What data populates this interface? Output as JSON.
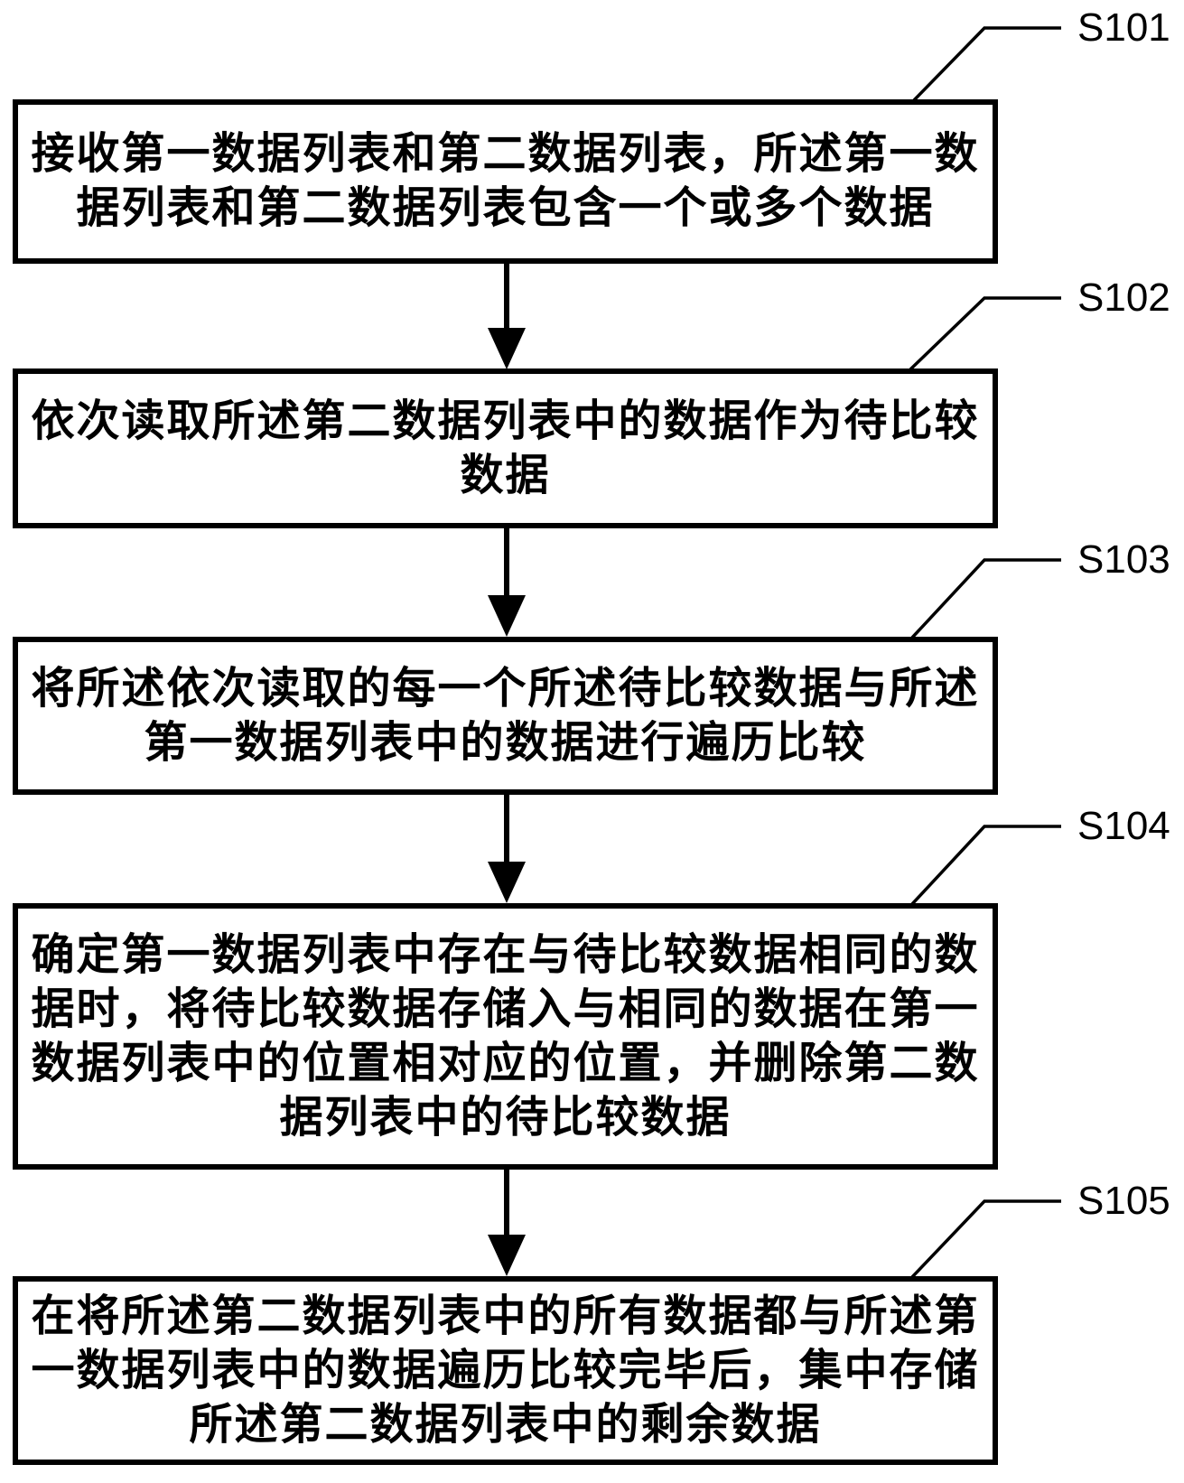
{
  "figure": {
    "type": "flowchart",
    "colors": {
      "ink": "#000000",
      "background": "#ffffff"
    },
    "steps": [
      {
        "id": "S101",
        "text": "接收第一数据列表和第二数据列表，所述第一数\n据列表和第二数据列表包含一个或多个数据"
      },
      {
        "id": "S102",
        "text": "依次读取所述第二数据列表中的数据作为待比较\n数据"
      },
      {
        "id": "S103",
        "text": "将所述依次读取的每一个所述待比较数据与所述\n第一数据列表中的数据进行遍历比较"
      },
      {
        "id": "S104",
        "text": "确定第一数据列表中存在与待比较数据相同的数\n据时，将待比较数据存储入与相同的数据在第一\n数据列表中的位置相对应的位置，并删除第二数\n据列表中的待比较数据"
      },
      {
        "id": "S105",
        "text": "在将所述第二数据列表中的所有数据都与所述第\n一数据列表中的数据遍历比较完毕后，集中存储\n所述第二数据列表中的剩余数据"
      }
    ]
  }
}
